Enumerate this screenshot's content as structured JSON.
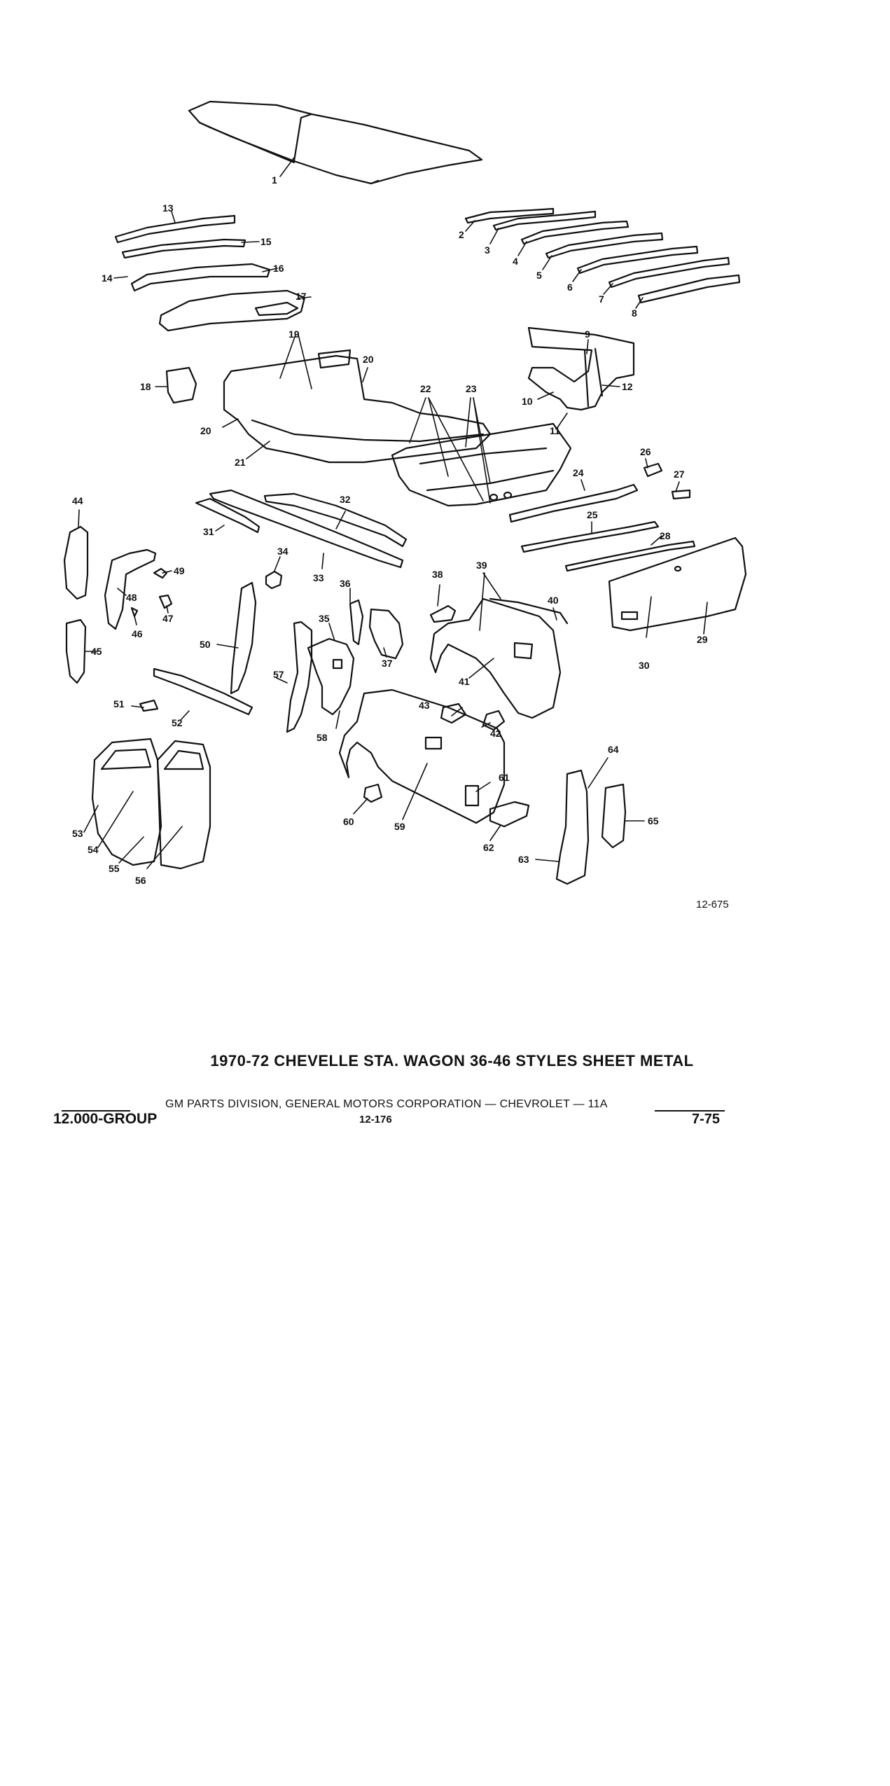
{
  "diagram": {
    "figure_code": "12-675",
    "callouts": [
      "1",
      "2",
      "3",
      "4",
      "5",
      "6",
      "7",
      "8",
      "9",
      "10",
      "11",
      "12",
      "13",
      "14",
      "15",
      "16",
      "17",
      "18",
      "19",
      "20",
      "21",
      "22",
      "23",
      "24",
      "25",
      "26",
      "27",
      "28",
      "29",
      "30",
      "31",
      "32",
      "33",
      "34",
      "35",
      "36",
      "37",
      "38",
      "39",
      "40",
      "41",
      "42",
      "43",
      "44",
      "45",
      "46",
      "47",
      "48",
      "49",
      "50",
      "51",
      "52",
      "53",
      "54",
      "55",
      "56",
      "57",
      "58",
      "59",
      "60",
      "61",
      "62",
      "63",
      "64",
      "65"
    ]
  },
  "footer": {
    "title": "1970-72  CHEVELLE STA. WAGON 36-46 STYLES SHEET METAL",
    "publisher": "GM PARTS DIVISION, GENERAL MOTORS CORPORATION — CHEVROLET — 11A",
    "group": "12.000-GROUP",
    "page_number": "12-176",
    "date_code": "7-75"
  }
}
